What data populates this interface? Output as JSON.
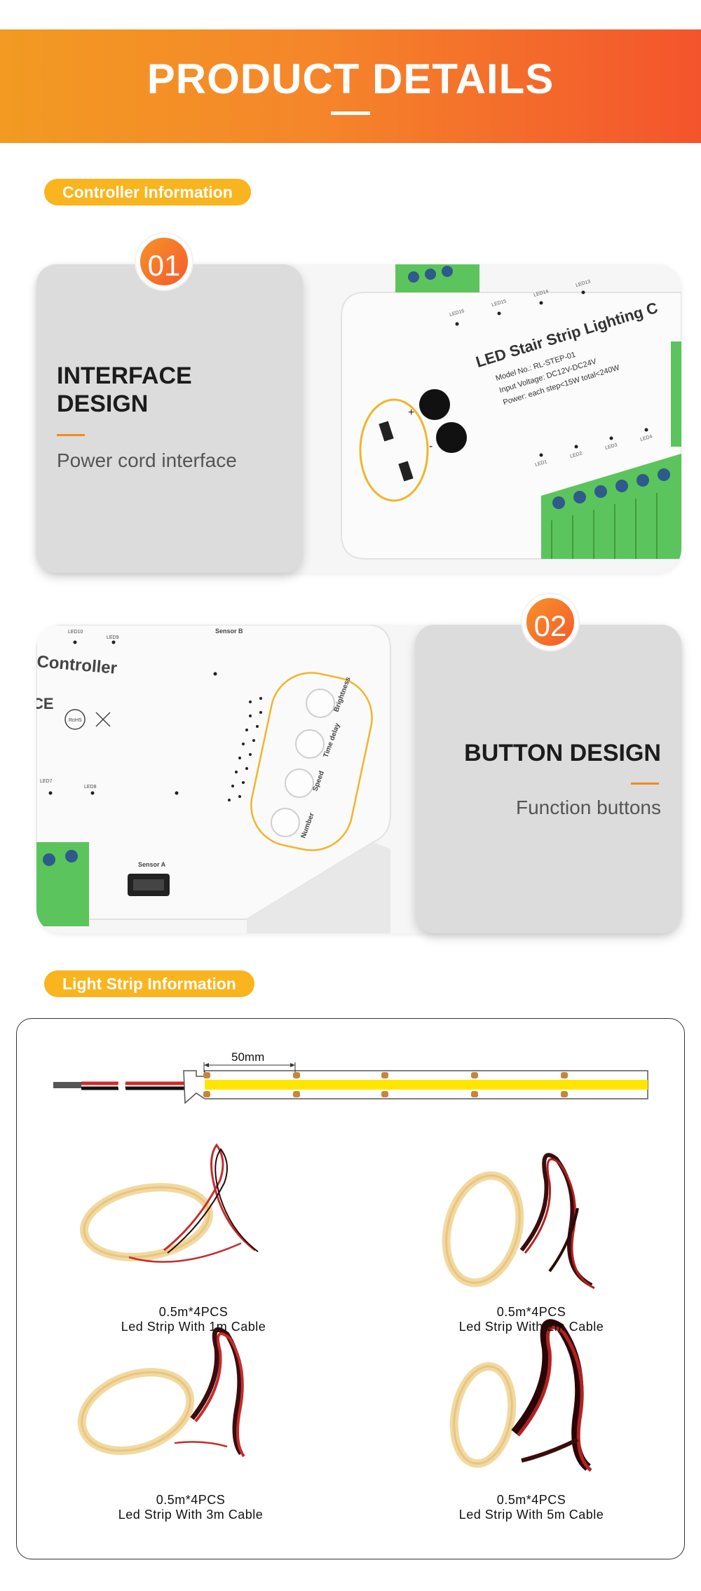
{
  "header": {
    "title": "PRODUCT DETAILS"
  },
  "sections": {
    "controller": "Controller Information",
    "strip": "Light Strip Information"
  },
  "features": [
    {
      "number": "01",
      "title_line1": "INTERFACE",
      "title_line2": "DESIGN",
      "subtitle": "Power cord interface",
      "photo_text": {
        "heading": "LED Stair Strip Lighting C",
        "model": "Model No.: RL-STEP-01",
        "voltage": "Input Voltage: DC12V-DC24V",
        "power": "Power: each step<15W   total<240W",
        "plus": "+",
        "minus": "-",
        "led_labels_top": [
          "LED16",
          "LED15",
          "LED14",
          "LED13"
        ],
        "led_labels_bottom": [
          "LED1",
          "LED2",
          "LED3",
          "LED4"
        ]
      }
    },
    {
      "number": "02",
      "title": "BUTTON DESIGN",
      "subtitle": "Function buttons",
      "photo_text": {
        "heading": "Controller",
        "sensor_b": "Sensor B",
        "sensor_a": "Sensor A",
        "led_top": [
          "LED10",
          "LED9"
        ],
        "led_side": [
          "LED7",
          "LED8"
        ],
        "buttons": [
          "Brightness",
          "Time delay",
          "Speed",
          "Number"
        ],
        "ce": "CE",
        "rohs": "RoHS"
      }
    }
  ],
  "strip_diagram": {
    "dimension": "50mm"
  },
  "products": [
    {
      "qty": "0.5m*4PCS",
      "name": "Led Strip With 1m Cable"
    },
    {
      "qty": "0.5m*4PCS",
      "name": "Led Strip With 2m Cable"
    },
    {
      "qty": "0.5m*4PCS",
      "name": "Led Strip With 3m Cable"
    },
    {
      "qty": "0.5m*4PCS",
      "name": "Led Strip With 5m Cable"
    }
  ],
  "colors": {
    "accent_orange": "#f5862a",
    "pill_yellow": "#f9b41e",
    "strip_yellow": "#ffe600",
    "terminal_green": "#5cc45c"
  }
}
